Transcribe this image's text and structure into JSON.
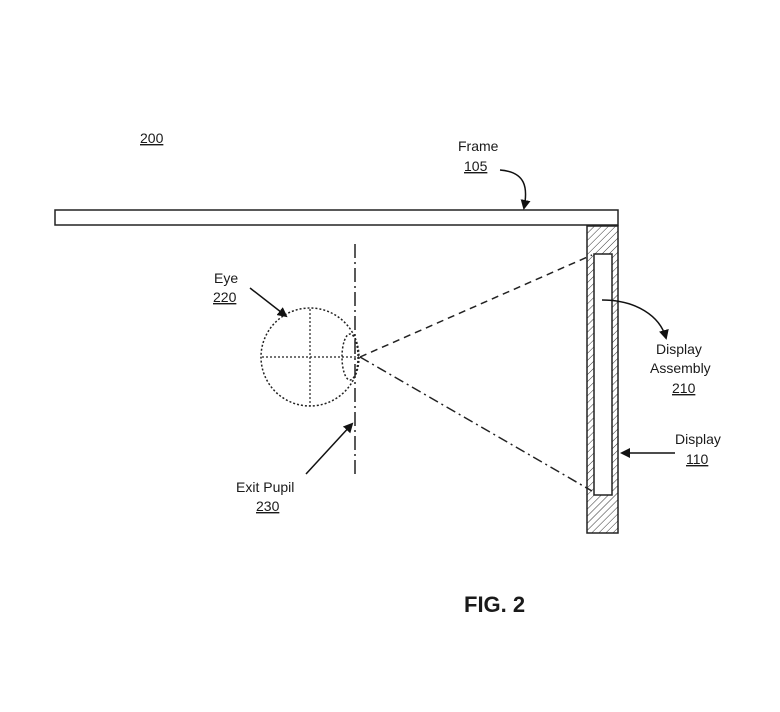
{
  "figure": {
    "number_ref": "200",
    "caption": "FIG. 2",
    "labels": {
      "frame_name": "Frame",
      "frame_ref": "105",
      "eye_name": "Eye",
      "eye_ref": "220",
      "exit_pupil_name": "Exit Pupil",
      "exit_pupil_ref": "230",
      "display_assembly_line1": "Display",
      "display_assembly_line2": "Assembly",
      "display_assembly_ref": "210",
      "display_name": "Display",
      "display_ref": "110"
    }
  }
}
